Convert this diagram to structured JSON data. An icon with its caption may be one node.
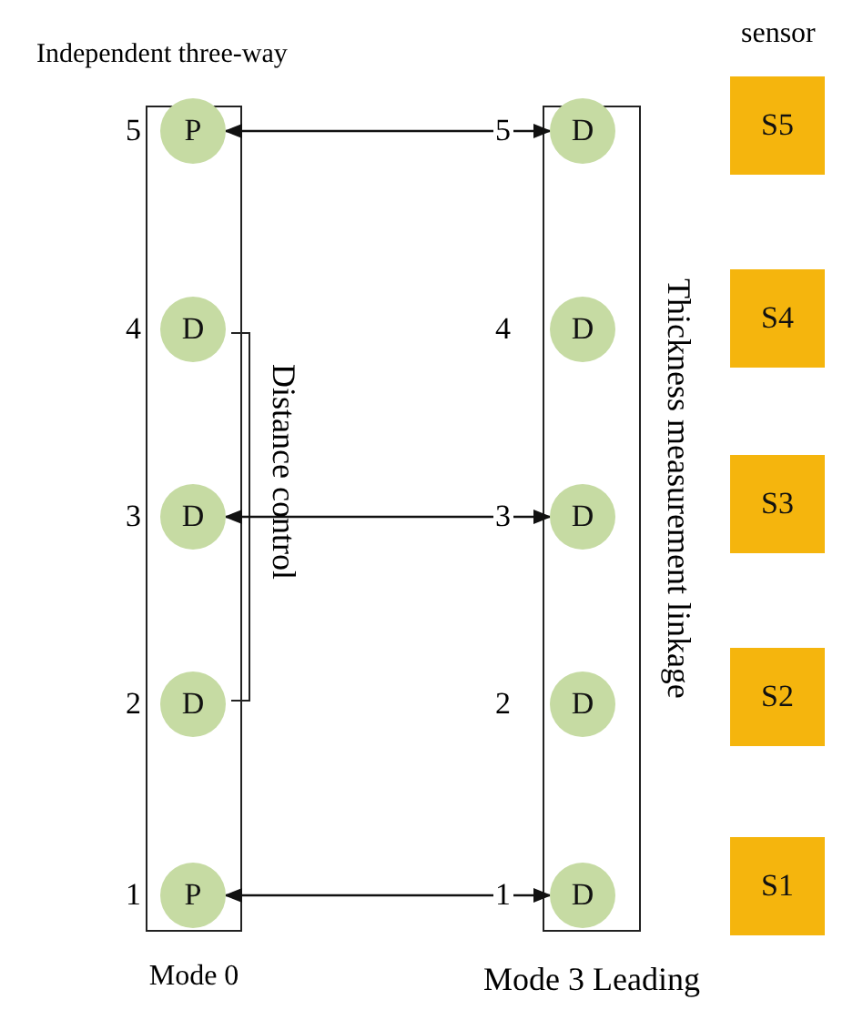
{
  "diagram": {
    "nodes": [
      {
        "text": [
          "Mode 0"
        ]
      },
      {
        "text": [
          "P"
        ],
        "in": 0,
        "beside": [
          "5"
        ]
      },
      {
        "text": [
          "D"
        ],
        "in": 0,
        "beside": [
          "4"
        ]
      },
      {
        "text": [
          "D"
        ],
        "in": 0,
        "beside": [
          "3"
        ]
      },
      {
        "text": [
          "D"
        ],
        "in": 0,
        "beside": [
          "2"
        ]
      },
      {
        "text": [
          "P"
        ],
        "in": 0,
        "beside": [
          "1"
        ]
      },
      {
        "text": [
          "Mode 3 Leading"
        ],
        "beside": [
          "Thickness measurement linkage"
        ]
      },
      {
        "text": [
          "D"
        ],
        "in": 6,
        "beside": [
          "5"
        ]
      },
      {
        "text": [
          "D"
        ],
        "in": 6,
        "beside": [
          "4"
        ]
      },
      {
        "text": [
          "D"
        ],
        "in": 6,
        "beside": [
          "3"
        ]
      },
      {
        "text": [
          "D"
        ],
        "in": 6,
        "beside": [
          "2"
        ]
      },
      {
        "text": [
          "D"
        ],
        "in": 6,
        "beside": [
          "1"
        ]
      },
      {
        "text": [
          "S5"
        ]
      },
      {
        "text": [
          "S4"
        ]
      },
      {
        "text": [
          "S3"
        ]
      },
      {
        "text": [
          "S2"
        ]
      },
      {
        "text": [
          "S1"
        ]
      }
    ],
    "edges": [
      {
        "from": 1,
        "to": 7,
        "arrow": "both"
      },
      {
        "from": 3,
        "to": 9,
        "arrow": "both"
      },
      {
        "from": 5,
        "to": 11,
        "arrow": "both"
      }
    ],
    "labels": [
      "Independent three-way",
      "sensor",
      "Distance control"
    ]
  }
}
